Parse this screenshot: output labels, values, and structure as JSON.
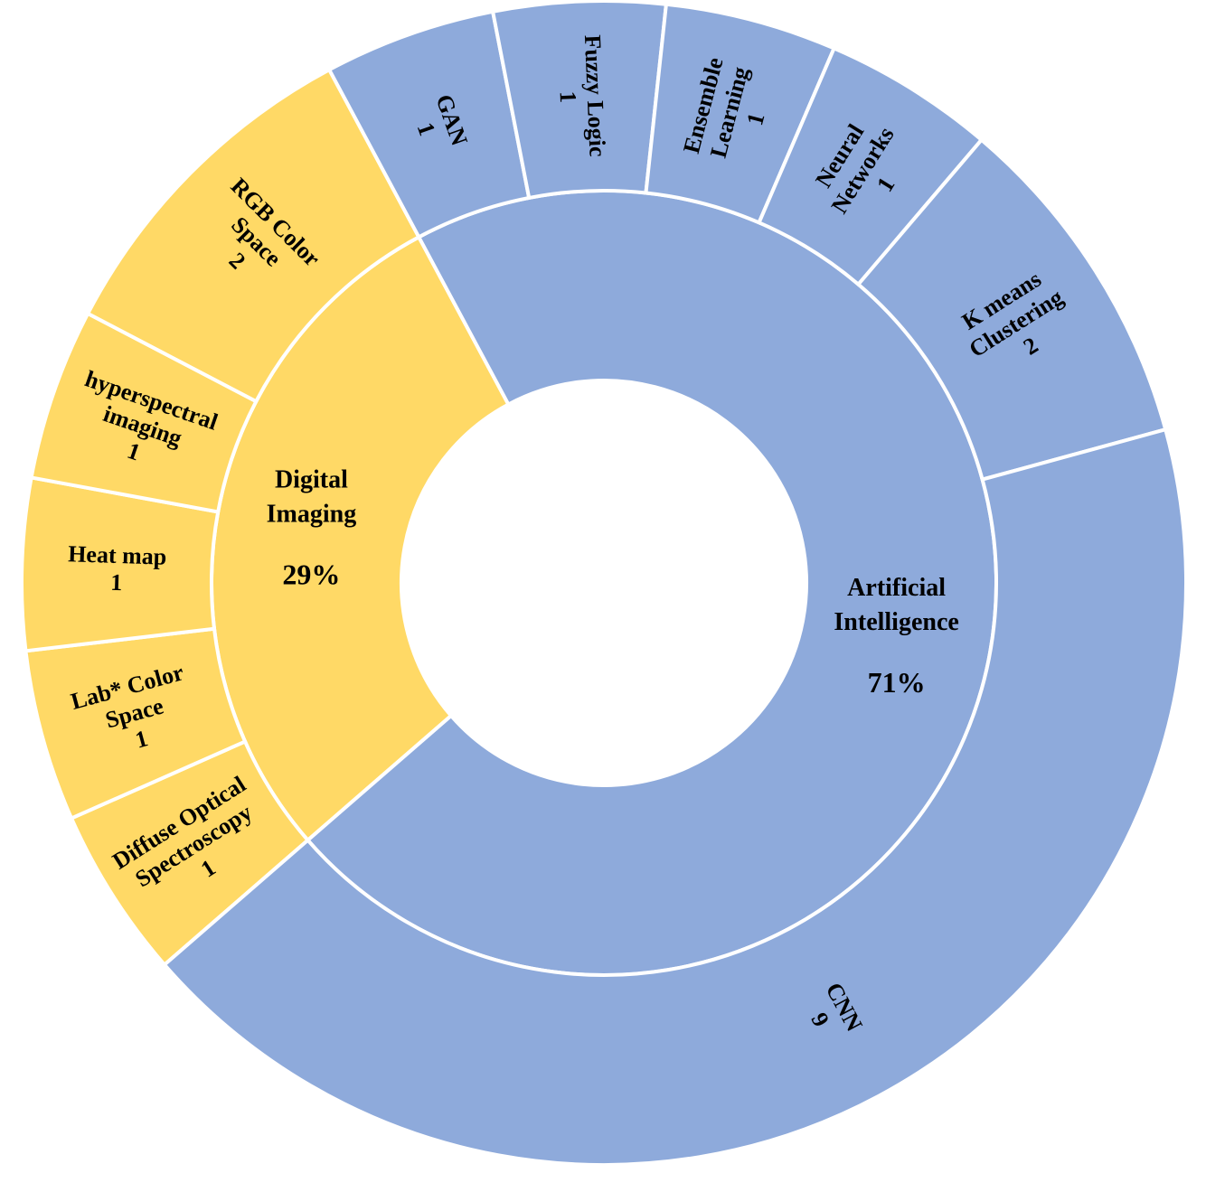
{
  "colors": {
    "artificial_intelligence": "#8eaadb",
    "digital_imaging": "#ffd966"
  },
  "chart_data": {
    "type": "sunburst",
    "title": "",
    "groups": [
      {
        "name": "Digital Imaging",
        "percent": "29%",
        "color": "#ffd966",
        "children": [
          {
            "name": "Diffuse Optical Spectroscopy",
            "lines": [
              "Diffuse Optical",
              "Spectroscopy"
            ],
            "value": 1
          },
          {
            "name": "Lab* Color Space",
            "lines": [
              "Lab* Color",
              "Space"
            ],
            "value": 1
          },
          {
            "name": "Heat map",
            "lines": [
              "Heat map"
            ],
            "value": 1
          },
          {
            "name": "hyperspectral imaging",
            "lines": [
              "hyperspectral",
              "imaging"
            ],
            "value": 1
          },
          {
            "name": "RGB Color Space",
            "lines": [
              "RGB Color",
              "Space"
            ],
            "value": 2
          }
        ]
      },
      {
        "name": "Artificial Intelligence",
        "percent": "71%",
        "color": "#8eaadb",
        "children": [
          {
            "name": "GAN",
            "lines": [
              "GAN"
            ],
            "value": 1
          },
          {
            "name": "Fuzzy Logic",
            "lines": [
              "Fuzzy Logic"
            ],
            "value": 1
          },
          {
            "name": "Ensemble Learning",
            "lines": [
              "Ensemble",
              "Learning"
            ],
            "value": 1
          },
          {
            "name": "Neural Networks",
            "lines": [
              "Neural",
              "Networks"
            ],
            "value": 1
          },
          {
            "name": "K means Clustering",
            "lines": [
              "K means",
              "Clustering"
            ],
            "value": 2
          },
          {
            "name": "CNN",
            "lines": [
              "CNN"
            ],
            "value": 9
          }
        ]
      }
    ]
  }
}
